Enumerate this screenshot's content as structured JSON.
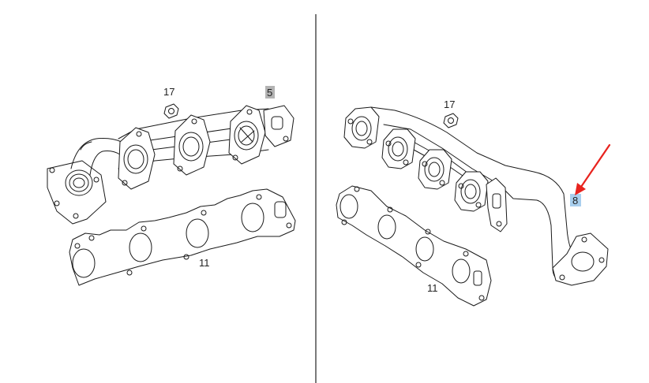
{
  "callouts": {
    "left_nut": "17",
    "left_manifold": "5",
    "left_gasket": "11",
    "right_nut": "17",
    "right_manifold": "8",
    "right_gasket": "11"
  },
  "colors": {
    "line": "#1a1a1a",
    "divider": "#333333",
    "highlight_gray": "#b3b3b3",
    "highlight_blue": "#a9cfee",
    "arrow": "#e8231e"
  },
  "icons": {
    "pointer_arrow": "red-arrow-icon"
  }
}
